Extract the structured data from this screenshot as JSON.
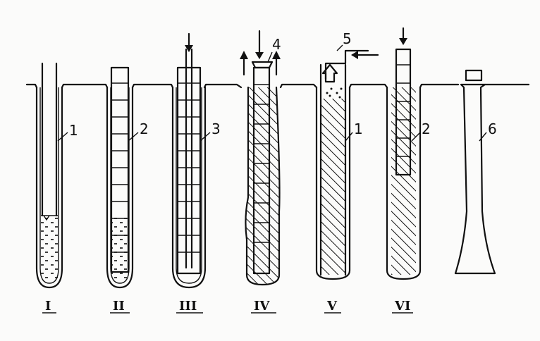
{
  "diagram": {
    "stages": [
      {
        "id": "I",
        "label": "I"
      },
      {
        "id": "II",
        "label": "II"
      },
      {
        "id": "III",
        "label": "III"
      },
      {
        "id": "IV",
        "label": "IV"
      },
      {
        "id": "V",
        "label": "V"
      },
      {
        "id": "VI",
        "label": "VI"
      }
    ],
    "callouts": [
      {
        "label": "1"
      },
      {
        "label": "2"
      },
      {
        "label": "3"
      },
      {
        "label": "4"
      },
      {
        "label": "5"
      },
      {
        "label": "1"
      },
      {
        "label": "2"
      },
      {
        "label": "6"
      }
    ]
  }
}
